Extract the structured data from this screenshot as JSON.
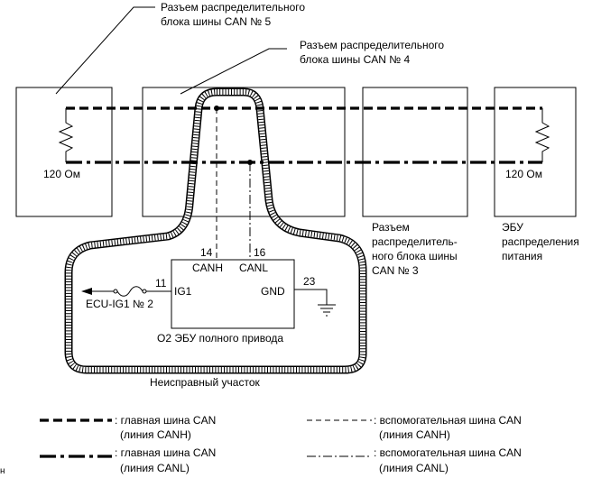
{
  "callouts": {
    "connector5": [
      "Разъем распределительного",
      "блока шины CAN № 5"
    ],
    "connector4": [
      "Разъем распределительного",
      "блока шины CAN № 4"
    ]
  },
  "resistors": {
    "left": "120 Ом",
    "right": "120 Ом"
  },
  "labels": {
    "connector3": [
      "Разъем",
      "распределитель-",
      "ного блока шины",
      "CAN № 3"
    ],
    "power_ecu": [
      "ЭБУ",
      "распределения",
      "питания"
    ]
  },
  "ecu": {
    "pin_canh_num": "14",
    "pin_canl_num": "16",
    "pin_canh": "CANH",
    "pin_canl": "CANL",
    "pin_ig1_num": "11",
    "pin_ig1": "IG1",
    "pin_gnd_num": "23",
    "pin_gnd": "GND",
    "fuse": "ECU-IG1 № 2",
    "name": "O2  ЭБУ полного привода"
  },
  "faulty_area": "Неисправный участок",
  "legend": {
    "main_canh": [
      ": главная шина CAN",
      "(линия CANH)"
    ],
    "aux_canh": [
      ": вспомогательная шина CAN",
      "(линия CANH)"
    ],
    "main_canl": [
      ": главная шина CAN",
      "(линия CANL)"
    ],
    "aux_canl": [
      ": вспомогательная шина CAN",
      "(линия CANL)"
    ]
  },
  "corner_mark": "н"
}
